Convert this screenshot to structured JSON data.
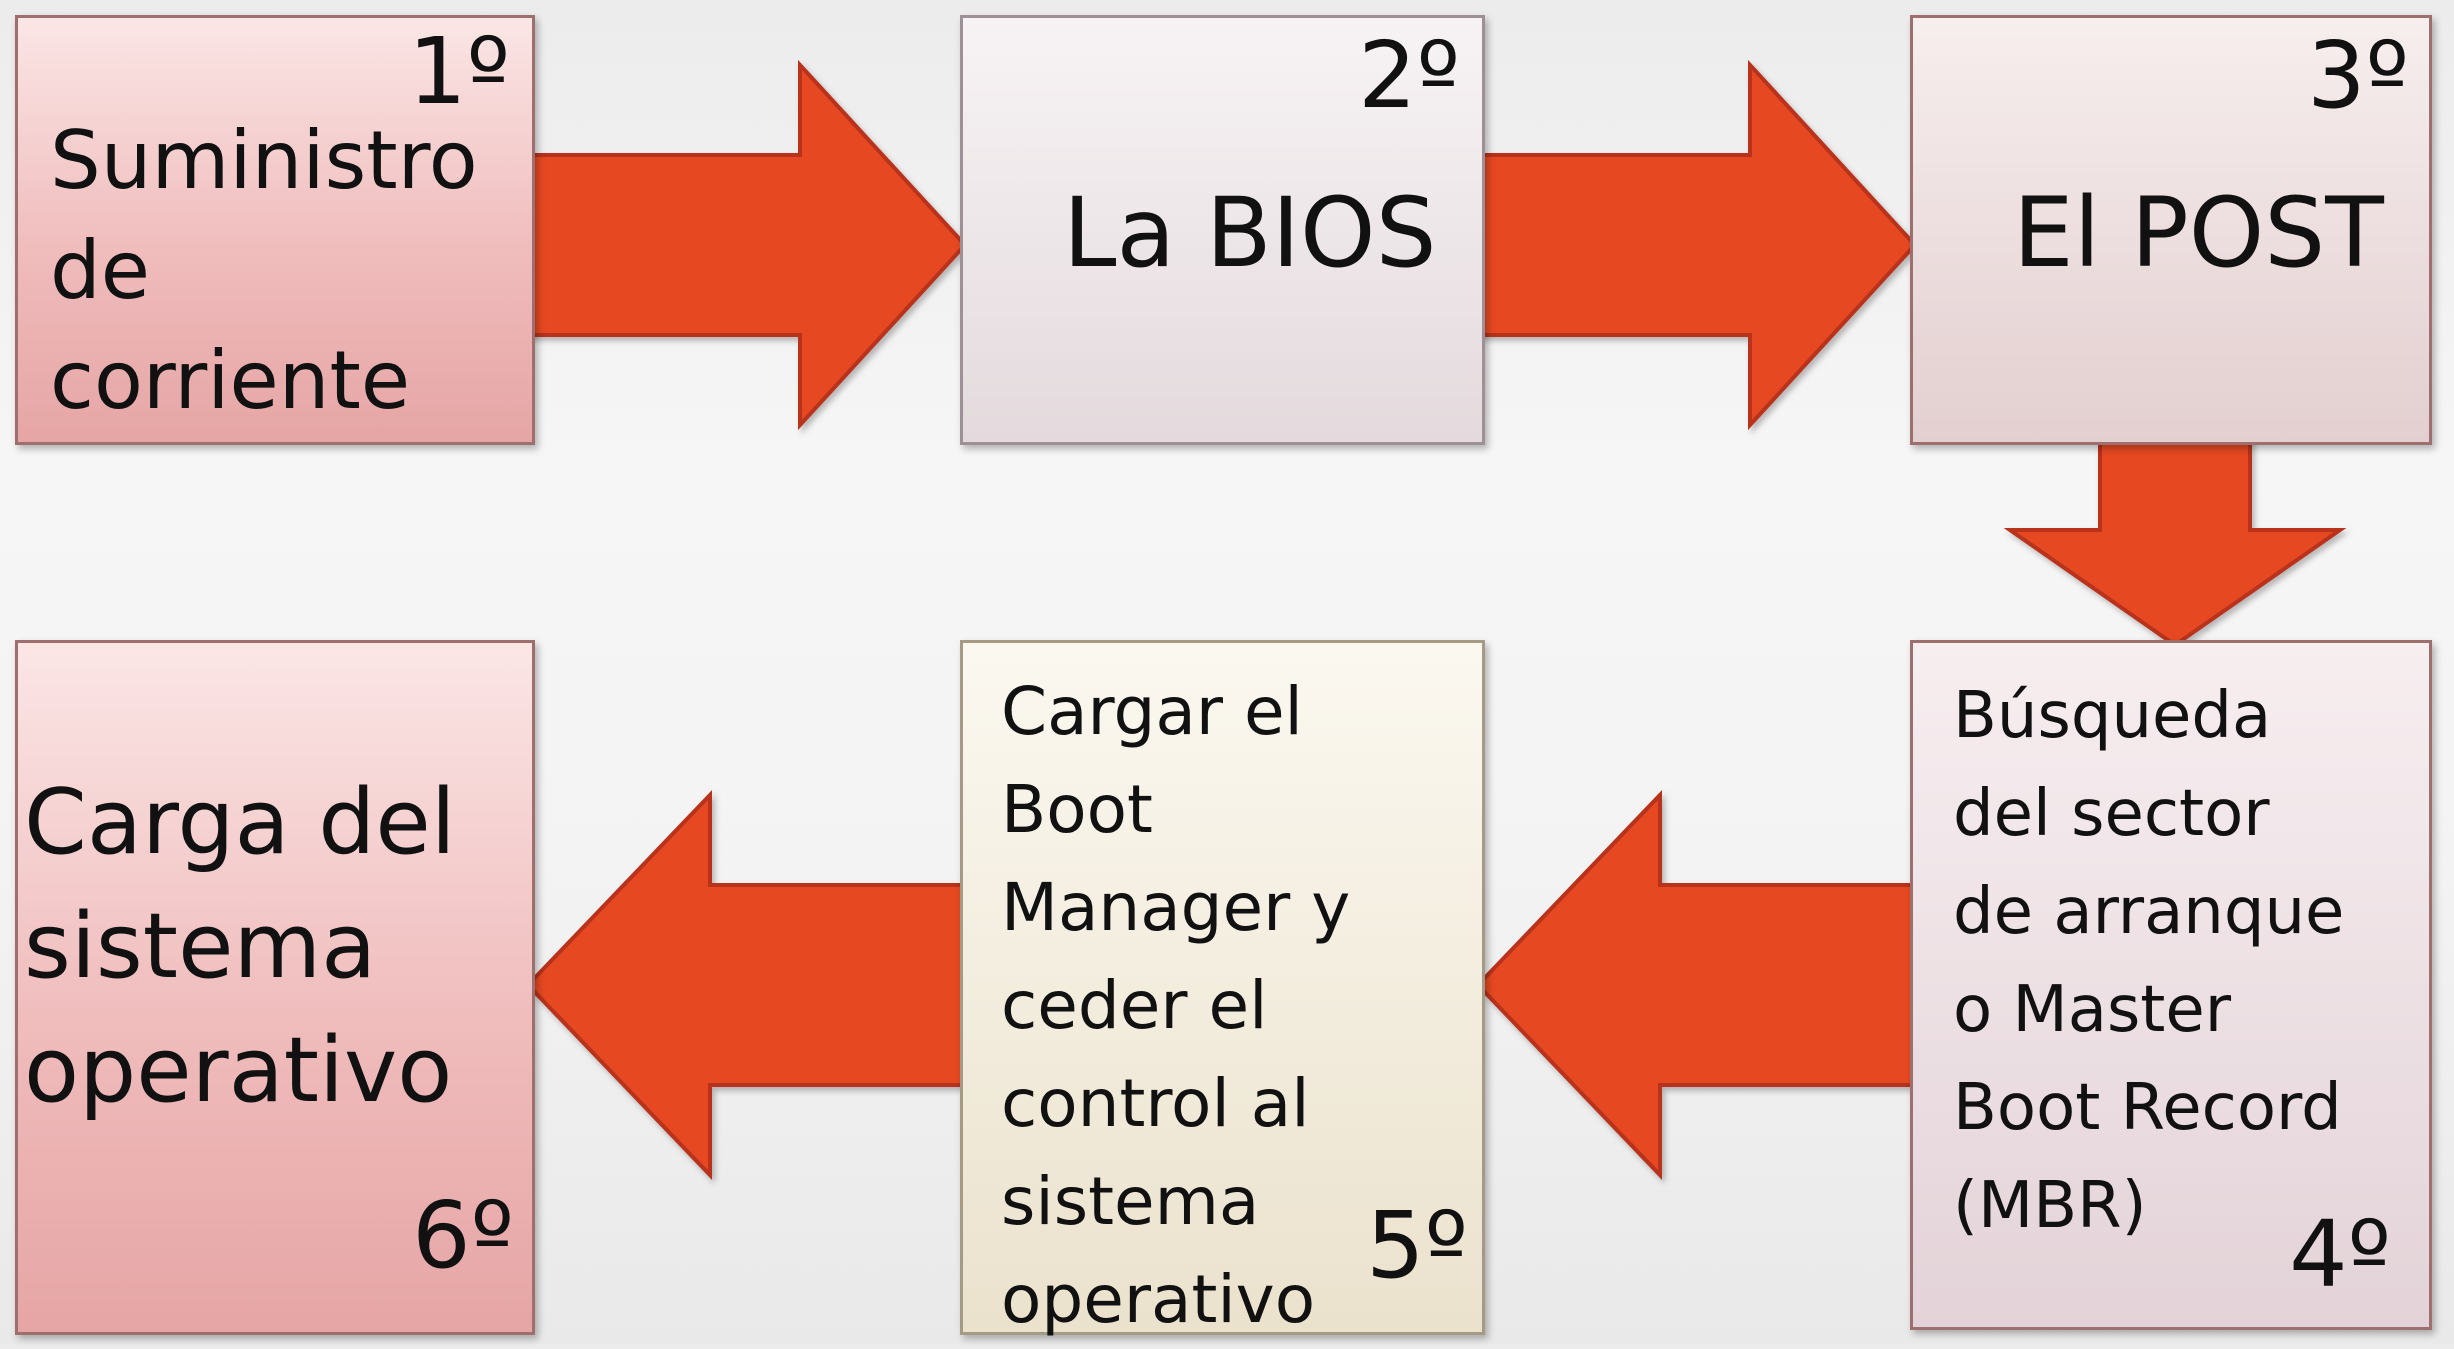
{
  "steps": [
    {
      "number": "1º",
      "text": "Suministro\nde\ncorriente"
    },
    {
      "number": "2º",
      "text": "La BIOS"
    },
    {
      "number": "3º",
      "text": "El POST"
    },
    {
      "number": "4º",
      "text": "Búsqueda\ndel sector\nde arranque\no Master\nBoot Record\n(MBR)"
    },
    {
      "number": "5º",
      "text": "Cargar el\nBoot\nManager y\nceder el\ncontrol al\nsistema\noperativo"
    },
    {
      "number": "6º",
      "text": "Carga del\nsistema\noperativo"
    }
  ],
  "colors": {
    "arrow_fill": "#e64a24",
    "arrow_stroke": "#b8301a"
  }
}
